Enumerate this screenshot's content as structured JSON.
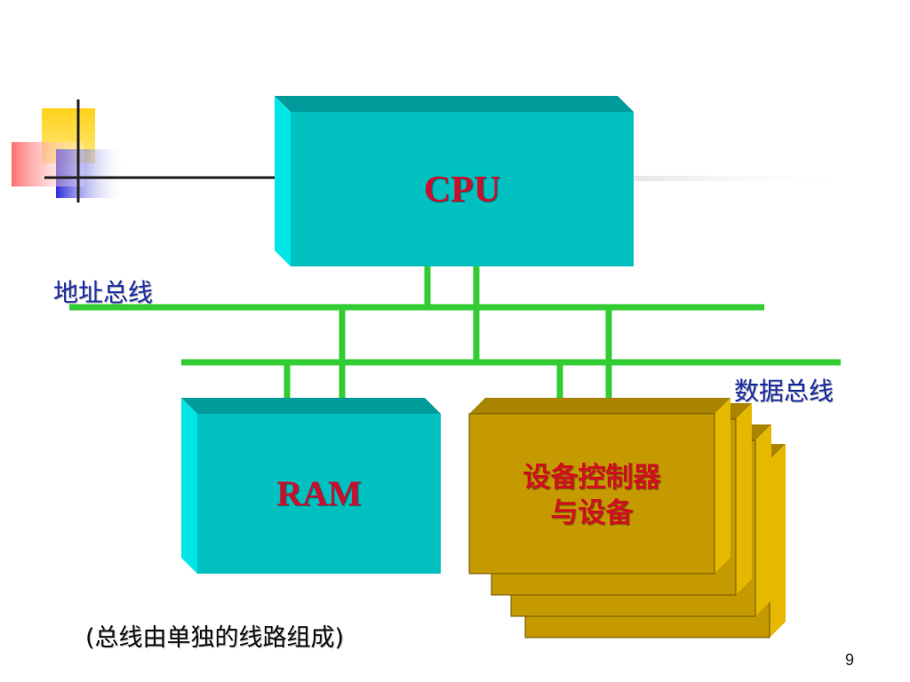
{
  "diagram": {
    "cpu_label": "CPU",
    "ram_label": "RAM",
    "device_label_line1": "设备控制器",
    "device_label_line2": "与设备",
    "address_bus_label": "地址总线",
    "data_bus_label": "数据总线",
    "footnote": "(总线由单独的线路组成)"
  },
  "slide": {
    "page_number": "9"
  },
  "colors": {
    "cyan_front": "#00c0c0",
    "cyan_top": "#009a9a",
    "cyan_side": "#00e6e6",
    "gold_front": "#c49a00",
    "gold_top": "#a88400",
    "gold_side": "#e6b800",
    "bus_green": "#33cc33",
    "title_red": "#c8102e",
    "label_blue": "#1f2fa8"
  }
}
